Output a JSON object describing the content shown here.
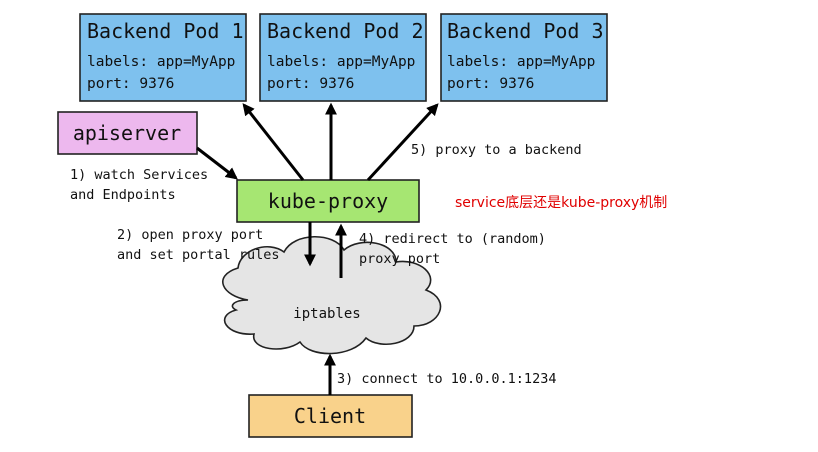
{
  "colors": {
    "pod": "#7EC1EE",
    "apiserver": "#EDB8EE",
    "kube_proxy": "#A6E672",
    "client": "#F9D28B",
    "cloud": "#E5E5E5",
    "note": "#E00000"
  },
  "pods": [
    {
      "title": "Backend Pod 1",
      "labels": "labels: app=MyApp",
      "port": "port: 9376"
    },
    {
      "title": "Backend Pod 2",
      "labels": "labels: app=MyApp",
      "port": "port: 9376"
    },
    {
      "title": "Backend Pod 3",
      "labels": "labels: app=MyApp",
      "port": "port: 9376"
    }
  ],
  "apiserver": "apiserver",
  "kube_proxy": "kube-proxy",
  "iptables": "iptables",
  "client": "Client",
  "steps": {
    "s1": [
      "1) watch Services",
      "and Endpoints"
    ],
    "s2": [
      "2) open proxy port",
      "and set portal rules"
    ],
    "s3": "3) connect to 10.0.0.1:1234",
    "s4": [
      "4) redirect to (random)",
      "proxy port"
    ],
    "s5": "5) proxy to a backend"
  },
  "note": "service底层还是kube-proxy机制"
}
